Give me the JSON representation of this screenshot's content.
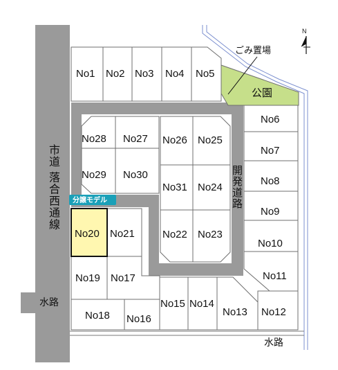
{
  "north_label": "N",
  "park_label": "公園",
  "garbage_label": "ごみ置場",
  "city_road_label": "市道 落合西通線",
  "dev_road_label": "開発道路",
  "waterway_left_label": "水路",
  "waterway_bottom_label": "水路",
  "model_badge_label": "分譲モデル",
  "colors": {
    "road": "#9a9a9a",
    "park": "#c6df8a",
    "model_lot": "#fff7b0",
    "badge": "#1aa0b8",
    "water_line": "#7b8fcf"
  },
  "lots": {
    "no1": "No1",
    "no2": "No2",
    "no3": "No3",
    "no4": "No4",
    "no5": "No5",
    "no6": "No6",
    "no7": "No7",
    "no8": "No8",
    "no9": "No9",
    "no10": "No10",
    "no11": "No11",
    "no12": "No12",
    "no13": "No13",
    "no14": "No14",
    "no15": "No15",
    "no16": "No16",
    "no17": "No17",
    "no18": "No18",
    "no19": "No19",
    "no20": "No20",
    "no21": "No21",
    "no22": "No22",
    "no23": "No23",
    "no24": "No24",
    "no25": "No25",
    "no26": "No26",
    "no27": "No27",
    "no28": "No28",
    "no29": "No29",
    "no30": "No30",
    "no31": "No31"
  },
  "model_lot": "No20"
}
